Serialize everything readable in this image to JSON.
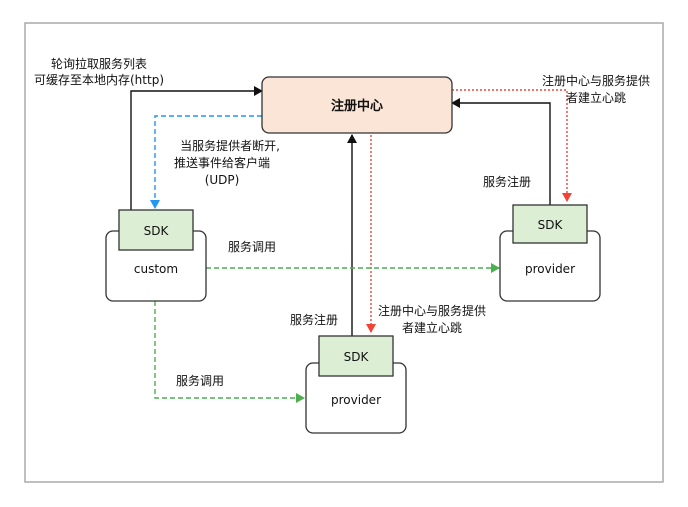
{
  "nodes": {
    "registry": "注册中心",
    "custom": "custom",
    "provider_right": "provider",
    "provider_bottom": "provider",
    "sdk": "SDK"
  },
  "labels": {
    "poll_line1": "轮询拉取服务列表",
    "poll_line2": "可缓存至本地内存(http)",
    "push_line1": "当服务提供者断开,",
    "push_line2": "推送事件给客户端",
    "push_line3": "(UDP)",
    "heartbeat_right_line1": "注册中心与服务提供",
    "heartbeat_right_line2": "者建立心跳",
    "register_right": "服务注册",
    "invoke_right": "服务调用",
    "register_bottom": "服务注册",
    "heartbeat_bottom_line1": "注册中心与服务提供",
    "heartbeat_bottom_line2": "者建立心跳",
    "invoke_bottom": "服务调用"
  },
  "colors": {
    "registry_fill": "#fae5d6",
    "sdk_fill": "#dcefd4",
    "green_arrow": "#4caf50",
    "blue_arrow": "#2196f3",
    "red_arrow": "#f44336"
  }
}
